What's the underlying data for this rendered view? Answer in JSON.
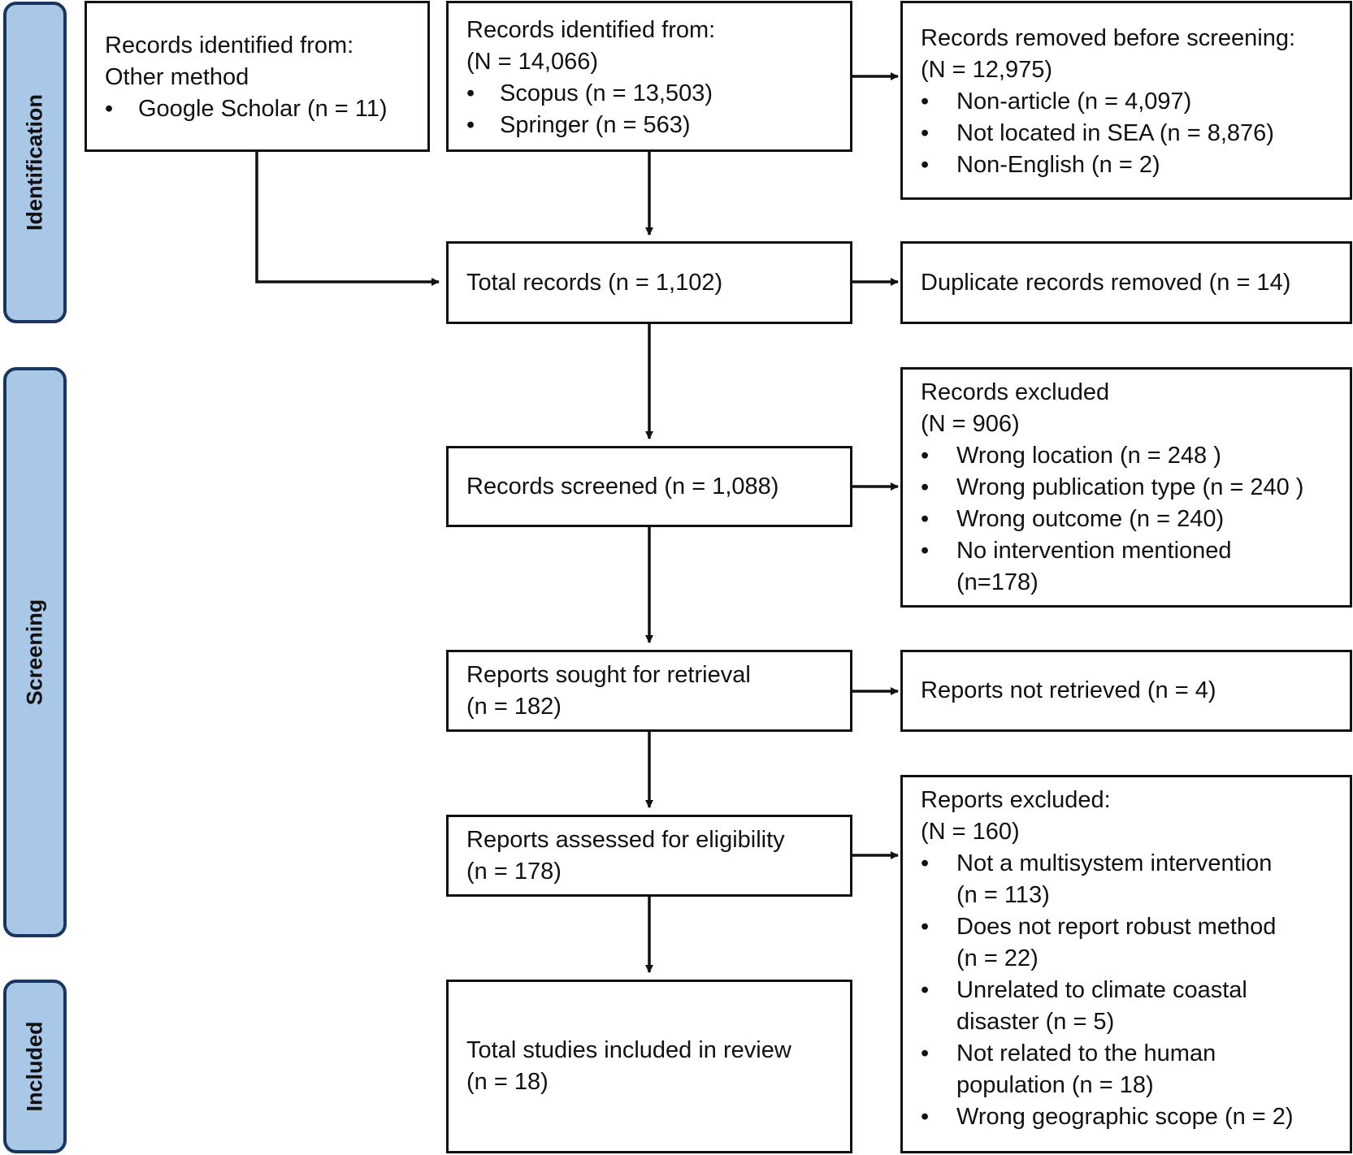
{
  "phases": {
    "identification": "Identification",
    "screening": "Screening",
    "included": "Included"
  },
  "boxes": {
    "other_method": {
      "line1": "Records identified from:",
      "line2": "Other method",
      "items": [
        "Google Scholar (n = 11)"
      ]
    },
    "databases": {
      "line1": "Records identified from:",
      "line2": "(N = 14,066)",
      "items": [
        "Scopus (n = 13,503)",
        "Springer (n = 563)"
      ]
    },
    "removed_before_screening": {
      "line1": "Records removed before screening:",
      "line2": "(N = 12,975)",
      "items": [
        "Non-article (n = 4,097)",
        "Not located in SEA (n = 8,876)",
        "Non-English (n = 2)"
      ]
    },
    "total_records": {
      "text": "Total records (n = 1,102)"
    },
    "duplicates": {
      "text": "Duplicate records removed (n = 14)"
    },
    "screened": {
      "text": "Records screened (n = 1,088)"
    },
    "records_excluded": {
      "line1": "Records excluded",
      "line2": "(N = 906)",
      "items": [
        "Wrong location (n = 248 )",
        "Wrong publication type (n = 240 )",
        "Wrong outcome (n = 240)",
        "No intervention mentioned (n=178)"
      ]
    },
    "sought": {
      "line1": "Reports sought for retrieval",
      "line2": "(n = 182)"
    },
    "not_retrieved": {
      "text": "Reports not retrieved (n = 4)"
    },
    "assessed": {
      "line1": "Reports assessed for eligibility",
      "line2": "(n = 178)"
    },
    "reports_excluded": {
      "line1": "Reports excluded:",
      "line2": "(N = 160)",
      "items": [
        "Not a multisystem intervention (n = 113)",
        "Does not report robust method (n = 22)",
        "Unrelated to climate coastal disaster (n = 5)",
        "Not related to the human population (n = 18)",
        "Wrong geographic scope (n = 2)"
      ]
    },
    "included_total": {
      "line1": "Total studies included in review",
      "line2": "(n = 18)"
    }
  },
  "colors": {
    "phase_fill": "#a9c8e8",
    "phase_border": "#17375e",
    "line": "#111111"
  }
}
